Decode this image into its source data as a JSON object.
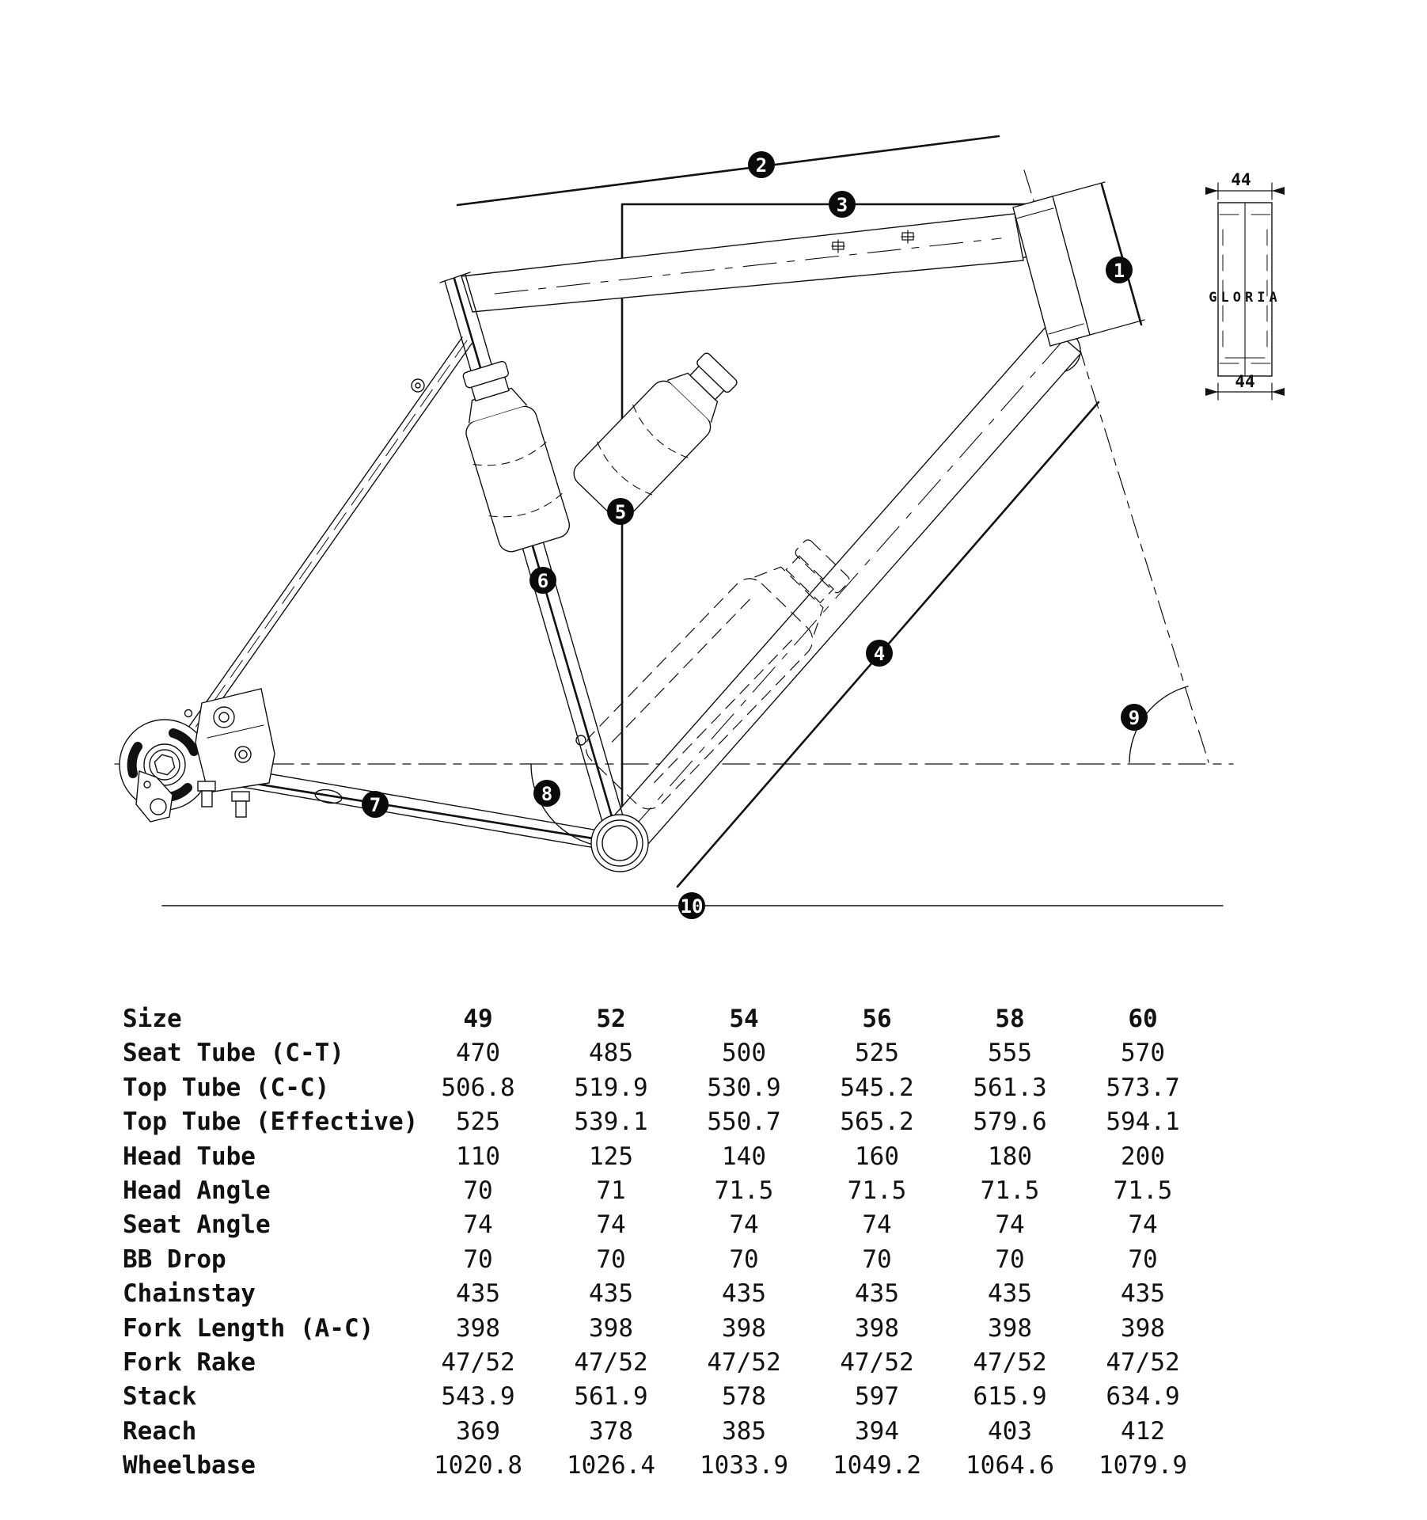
{
  "diagram": {
    "markers": [
      {
        "label": "1"
      },
      {
        "label": "2"
      },
      {
        "label": "3"
      },
      {
        "label": "4"
      },
      {
        "label": "5"
      },
      {
        "label": "6"
      },
      {
        "label": "7"
      },
      {
        "label": "8"
      },
      {
        "label": "9"
      },
      {
        "label": "10"
      }
    ],
    "detail_view": {
      "brand": "GLORIA",
      "top_dimension": "44",
      "bottom_dimension": "44"
    }
  },
  "table": {
    "size_label": "Size",
    "sizes": [
      "49",
      "52",
      "54",
      "56",
      "58",
      "60"
    ],
    "rows": [
      {
        "label": "Seat Tube (C-T)",
        "values": [
          "470",
          "485",
          "500",
          "525",
          "555",
          "570"
        ]
      },
      {
        "label": "Top Tube (C-C)",
        "values": [
          "506.8",
          "519.9",
          "530.9",
          "545.2",
          "561.3",
          "573.7"
        ]
      },
      {
        "label": "Top Tube (Effective)",
        "values": [
          "525",
          "539.1",
          "550.7",
          "565.2",
          "579.6",
          "594.1"
        ]
      },
      {
        "label": "Head Tube",
        "values": [
          "110",
          "125",
          "140",
          "160",
          "180",
          "200"
        ]
      },
      {
        "label": "Head Angle",
        "values": [
          "70",
          "71",
          "71.5",
          "71.5",
          "71.5",
          "71.5"
        ]
      },
      {
        "label": "Seat Angle",
        "values": [
          "74",
          "74",
          "74",
          "74",
          "74",
          "74"
        ]
      },
      {
        "label": "BB Drop",
        "values": [
          "70",
          "70",
          "70",
          "70",
          "70",
          "70"
        ]
      },
      {
        "label": "Chainstay",
        "values": [
          "435",
          "435",
          "435",
          "435",
          "435",
          "435"
        ]
      },
      {
        "label": "Fork Length (A-C)",
        "values": [
          "398",
          "398",
          "398",
          "398",
          "398",
          "398"
        ]
      },
      {
        "label": "Fork Rake",
        "values": [
          "47/52",
          "47/52",
          "47/52",
          "47/52",
          "47/52",
          "47/52"
        ]
      },
      {
        "label": "Stack",
        "values": [
          "543.9",
          "561.9",
          "578",
          "597",
          "615.9",
          "634.9"
        ]
      },
      {
        "label": "Reach",
        "values": [
          "369",
          "378",
          "385",
          "394",
          "403",
          "412"
        ]
      },
      {
        "label": "Wheelbase",
        "values": [
          "1020.8",
          "1026.4",
          "1033.9",
          "1049.2",
          "1064.6",
          "1079.9"
        ]
      }
    ]
  }
}
